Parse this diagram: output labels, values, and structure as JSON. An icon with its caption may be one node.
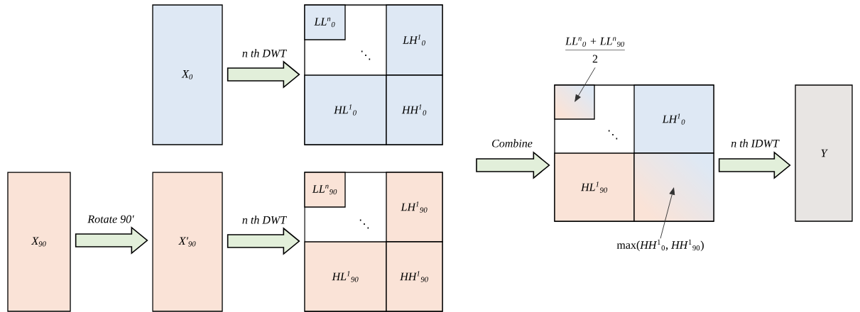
{
  "diagram": {
    "nodes": [
      {
        "text": [
          "X$_{0}$"
        ]
      },
      {
        "text": [],
        "shape": "box"
      },
      {
        "text": [
          "LL$^{n}$$_{0}$"
        ],
        "in": 1
      },
      {
        "text": [
          "LH$^{1}$$_{0}$"
        ],
        "in": 1
      },
      {
        "text": [
          "HL$^{1}$$_{0}$"
        ],
        "in": 1
      },
      {
        "text": [
          "HH$^{1}$$_{0}$"
        ],
        "in": 1
      },
      {
        "text": [
          "X$_{90}$"
        ]
      },
      {
        "text": [
          "X′$_{90}$"
        ]
      },
      {
        "text": [],
        "shape": "box"
      },
      {
        "text": [
          "LL$^{n}$$_{90}$"
        ],
        "in": 8
      },
      {
        "text": [
          "LH$^{1}$$_{90}$"
        ],
        "in": 8
      },
      {
        "text": [
          "HL$^{1}$$_{90}$"
        ],
        "in": 8
      },
      {
        "text": [
          "HH$^{1}$$_{90}$"
        ],
        "in": 8
      },
      {
        "text": [],
        "shape": "box"
      },
      {
        "text": [],
        "shape": "box",
        "in": 13
      },
      {
        "text": [
          "LH$^{1}$$_{0}$"
        ],
        "in": 13
      },
      {
        "text": [
          "HL$^{1}$$_{90}$"
        ],
        "in": 13
      },
      {
        "text": [],
        "shape": "box",
        "in": 13
      },
      {
        "text": [
          "Y"
        ]
      },
      {
        "text": [
          "LL$^{n}$$_{0}$ + LL$^{n}$$_{90}$",
          "2"
        ]
      },
      {
        "text": [
          "max(*HH*$^{1}$$_{0}$, *HH*$^{1}$$_{90}$)"
        ]
      }
    ],
    "edges": [
      {
        "from": 0,
        "to": 1,
        "arrow": "to",
        "label": "n th DWT"
      },
      {
        "from": 6,
        "to": 7,
        "arrow": "to",
        "label": "Rotate 90′"
      },
      {
        "from": 7,
        "to": 8,
        "arrow": "to",
        "label": "n th DWT"
      },
      {
        "from": null,
        "to": 13,
        "arrow": "to",
        "label": "Combine"
      },
      {
        "from": 13,
        "to": 18,
        "arrow": "to",
        "label": "n th IDWT"
      },
      {
        "from": 19,
        "to": 14,
        "arrow": "to"
      },
      {
        "from": 20,
        "to": 17,
        "arrow": "to"
      }
    ],
    "labels": [
      "⋱",
      "⋱",
      "⋱"
    ]
  }
}
